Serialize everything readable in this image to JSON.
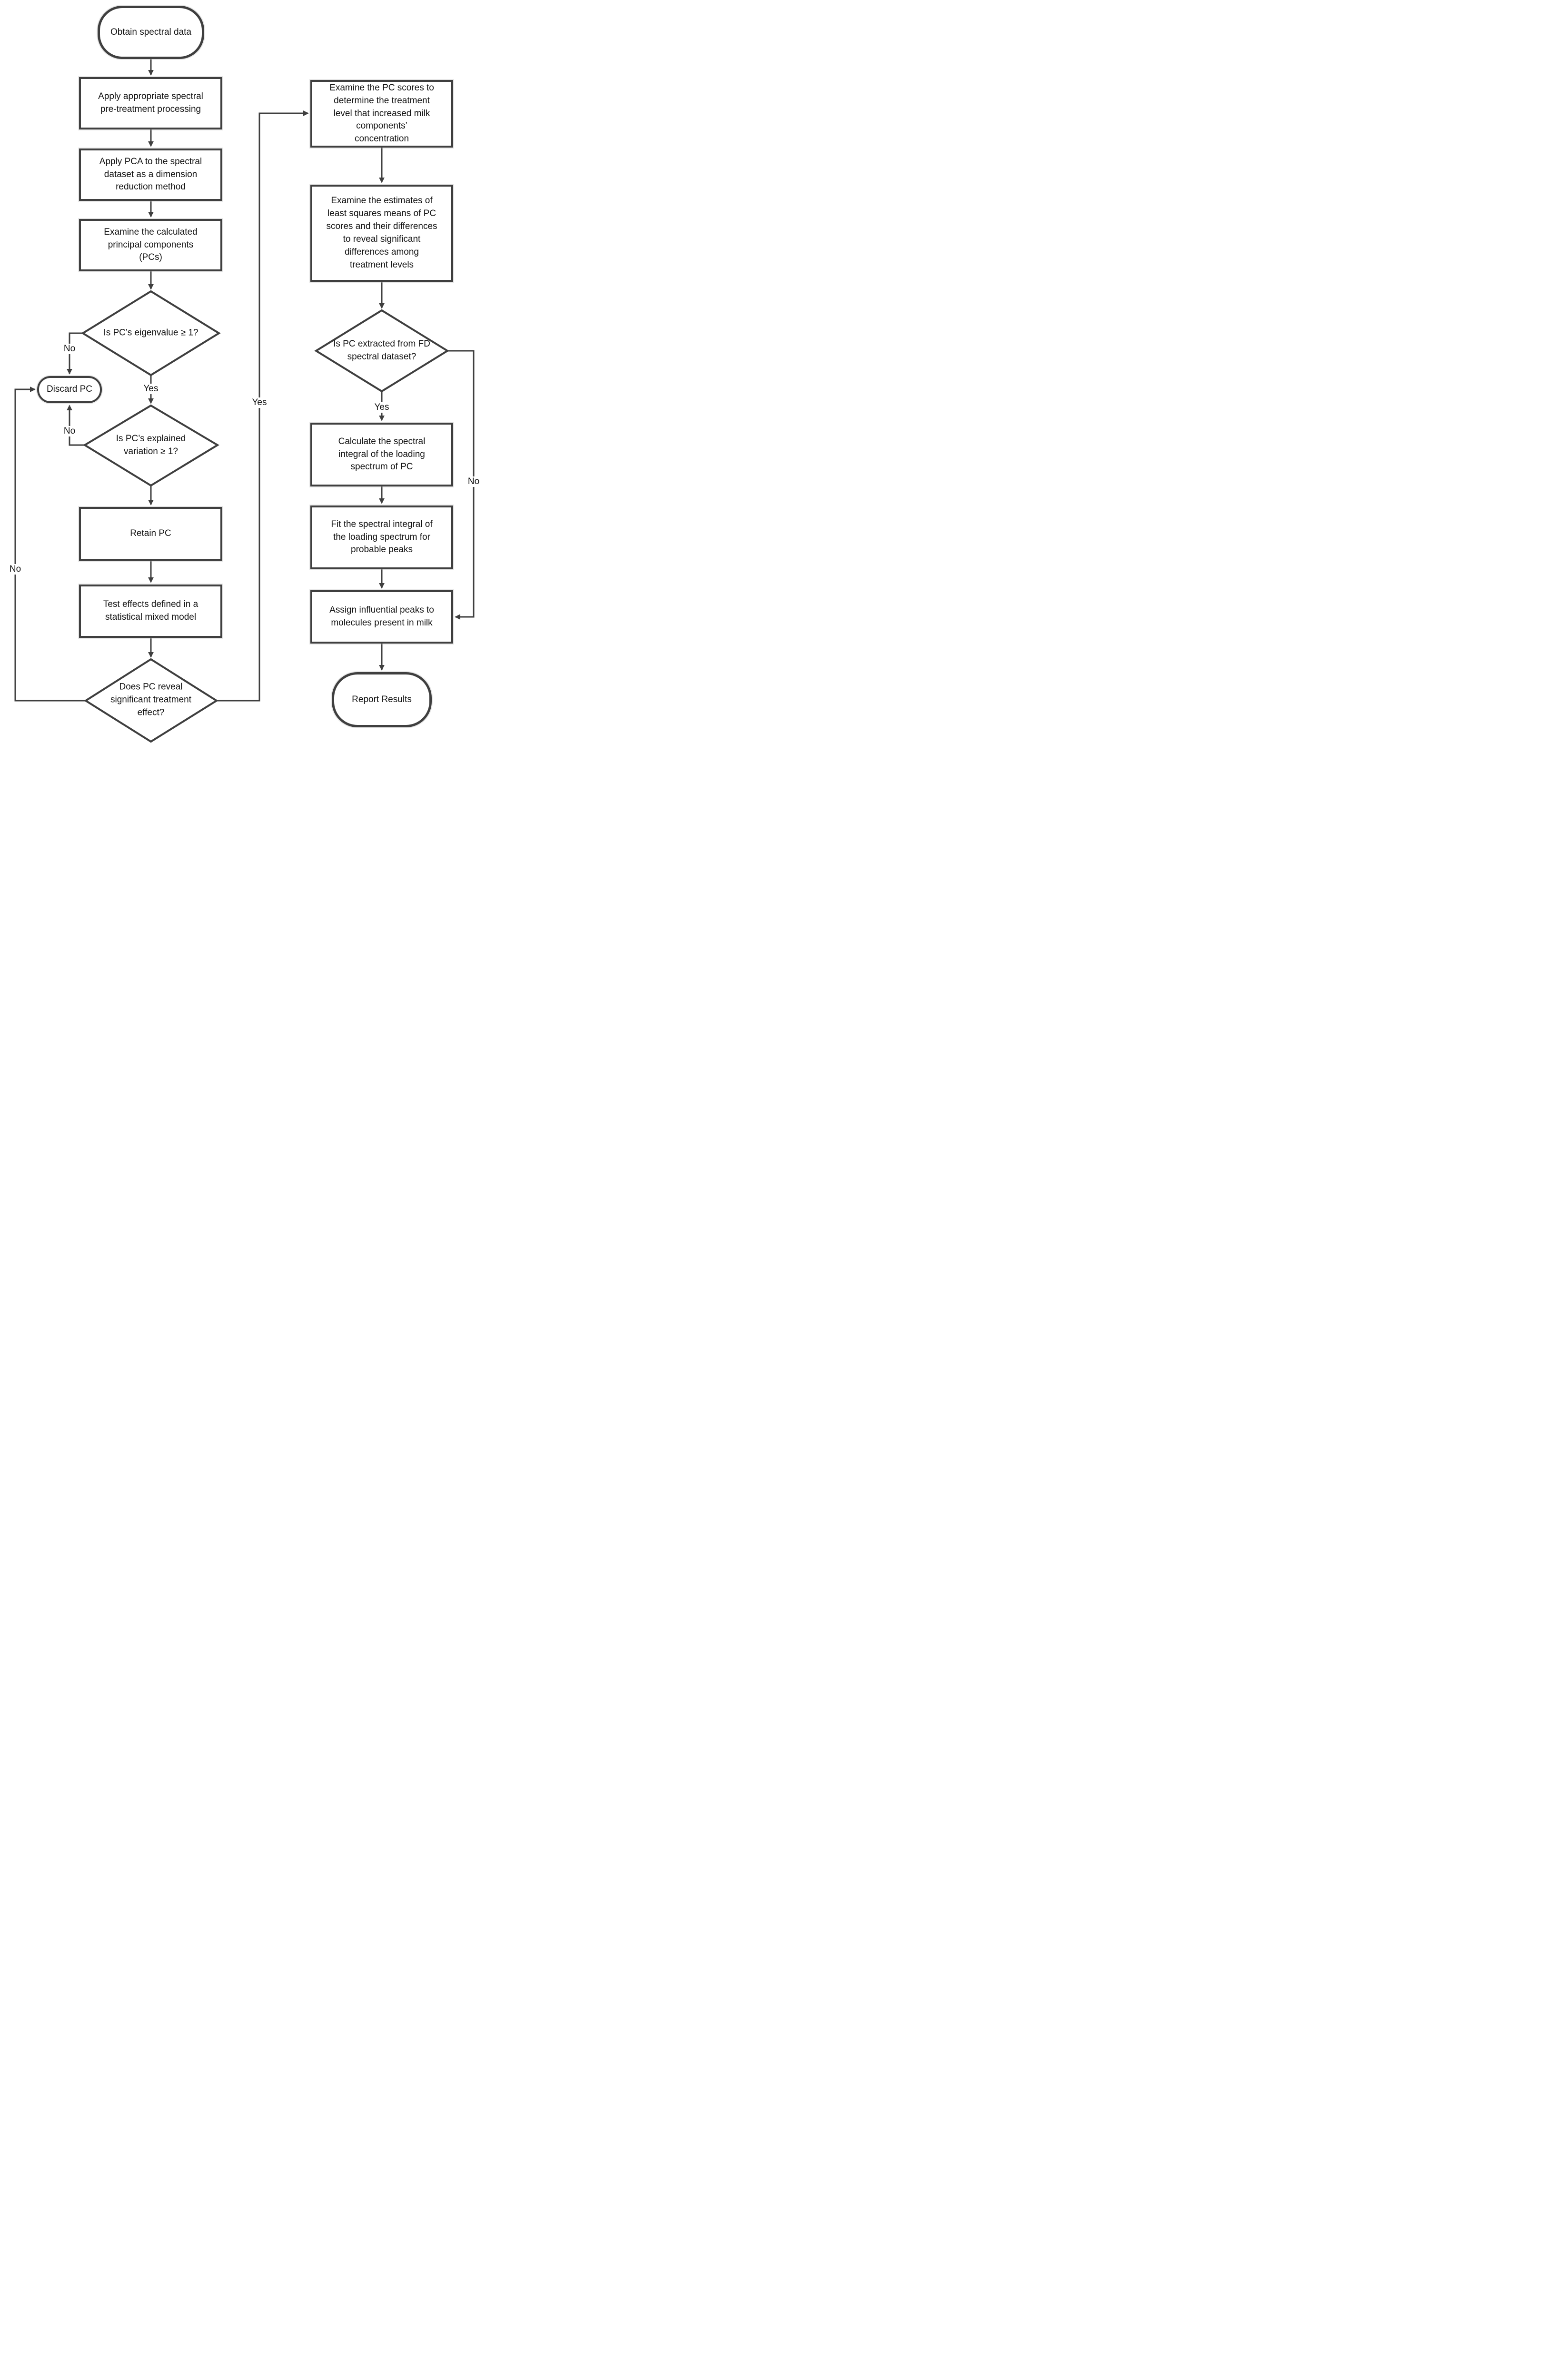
{
  "flowchart": {
    "colors": {
      "line": "#3f3f3f",
      "text": "#111111",
      "node_fill": "#ffffff",
      "background": "#ffffff"
    },
    "nodes": {
      "start": {
        "type": "terminator",
        "label": "Obtain spectral data"
      },
      "preprocess": {
        "type": "process",
        "label": "Apply appropriate spectral pre-treatment processing"
      },
      "pca": {
        "type": "process",
        "label": "Apply PCA to the spectral dataset as a dimension reduction method"
      },
      "examine_pcs": {
        "type": "process",
        "label": "Examine the calculated principal components (PCs)"
      },
      "eigen_check": {
        "type": "decision",
        "label": "Is PC’s eigenvalue ≥ 1?"
      },
      "discard": {
        "type": "terminator",
        "label": "Discard PC"
      },
      "variation_check": {
        "type": "decision",
        "label": "Is PC’s explained variation ≥ 1?"
      },
      "retain": {
        "type": "process",
        "label": "Retain PC"
      },
      "test_effects": {
        "type": "process",
        "label": "Test effects defined in a statistical mixed model"
      },
      "treatment_check": {
        "type": "decision",
        "label": "Does PC reveal significant treatment effect?"
      },
      "examine_scores": {
        "type": "process",
        "label": "Examine the PC scores to determine the treatment level that increased milk components’ concentration"
      },
      "examine_lsmeans": {
        "type": "process",
        "label": "Examine the estimates of least squares means of PC scores and their differences to reveal significant differences among treatment levels"
      },
      "fd_check": {
        "type": "decision",
        "label": "Is PC extracted from FD spectral dataset?"
      },
      "calc_integral": {
        "type": "process",
        "label": "Calculate the spectral integral of the loading spectrum of PC"
      },
      "fit_integral": {
        "type": "process",
        "label": "Fit the spectral integral of the loading spectrum for probable peaks"
      },
      "assign_peaks": {
        "type": "process",
        "label": "Assign influential peaks to molecules present in milk"
      },
      "report": {
        "type": "terminator",
        "label": "Report Results"
      }
    },
    "edge_labels": {
      "eigen_no": "No",
      "eigen_yes": "Yes",
      "variation_no": "No",
      "treatment_no": "No",
      "treatment_yes": "Yes",
      "fd_yes": "Yes",
      "fd_no": "No"
    }
  }
}
